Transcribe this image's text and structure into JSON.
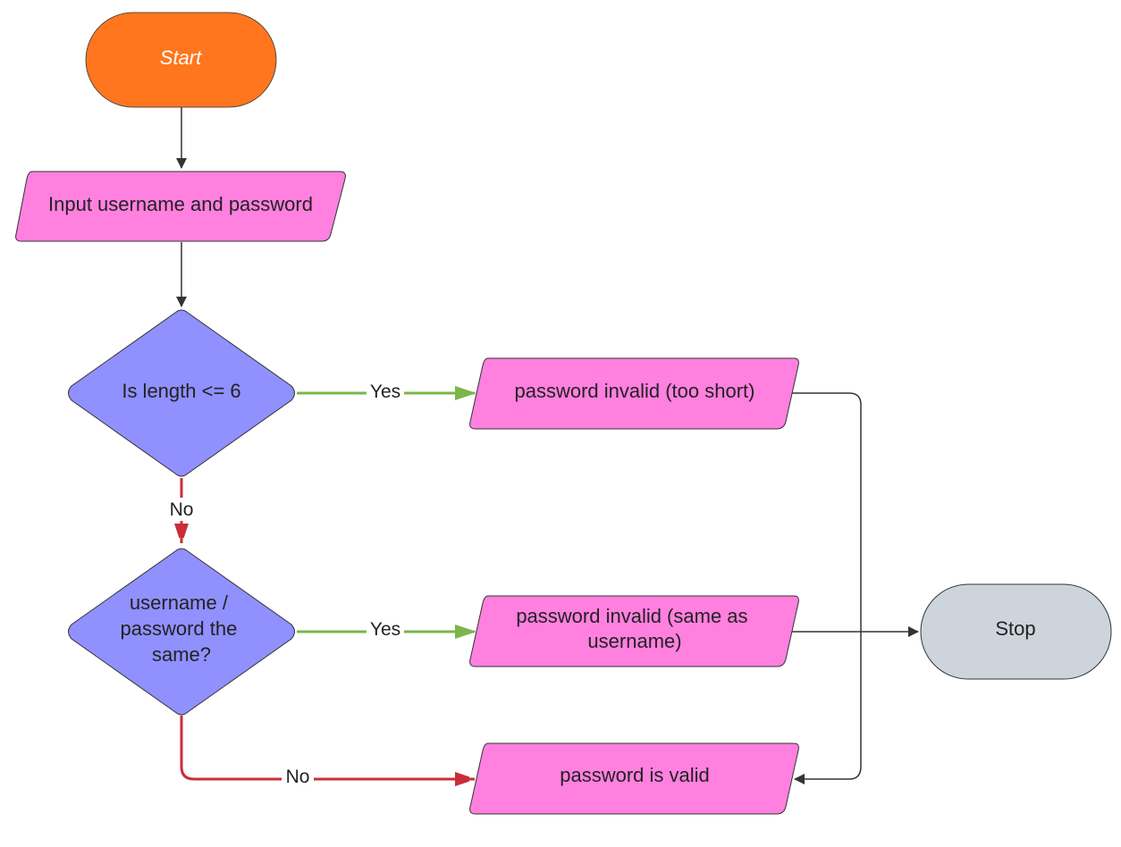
{
  "nodes": {
    "start": {
      "label": "Start",
      "color": "#FF761E"
    },
    "input": {
      "label": "Input username and password",
      "color": "#FF80DF"
    },
    "check_length": {
      "label": "Is length <= 6",
      "color": "#9090FF"
    },
    "check_same": {
      "lines": [
        "username /",
        "password the",
        "same?"
      ],
      "color": "#9090FF"
    },
    "invalid_short": {
      "label": "password invalid (too short)",
      "color": "#FF80DF"
    },
    "invalid_same": {
      "lines": [
        "password invalid (same as",
        "username)"
      ],
      "color": "#FF80DF"
    },
    "valid": {
      "label": "password is valid",
      "color": "#FF80DF"
    },
    "stop": {
      "label": "Stop",
      "color": "#CED4DB"
    }
  },
  "edges": {
    "length_yes": {
      "label": "Yes",
      "color": "#7AB648"
    },
    "length_no": {
      "label": "No",
      "color": "#C92D39"
    },
    "same_yes": {
      "label": "Yes",
      "color": "#7AB648"
    },
    "same_no": {
      "label": "No",
      "color": "#C92D39"
    },
    "default_color": "#333333"
  }
}
